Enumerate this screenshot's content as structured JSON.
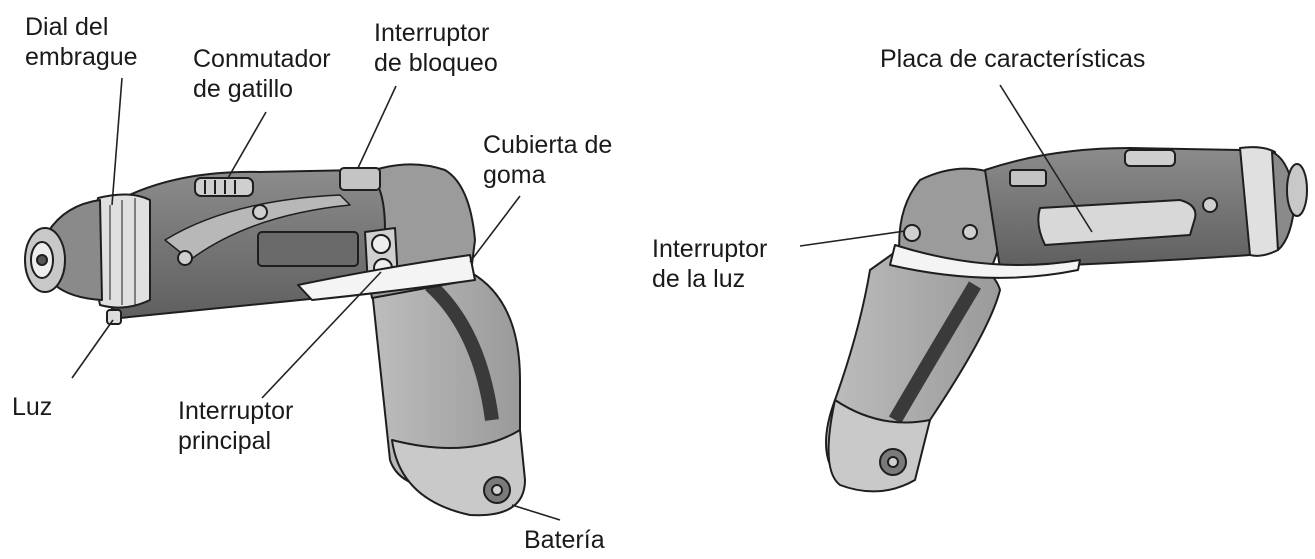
{
  "labels": {
    "clutch_dial": [
      "Dial del",
      "embrague"
    ],
    "trigger_switch": [
      "Conmutador",
      "de gatillo"
    ],
    "lock_switch": [
      "Interruptor",
      "de bloqueo"
    ],
    "rubber_cover": [
      "Cubierta de",
      "goma"
    ],
    "light": [
      "Luz"
    ],
    "main_switch": [
      "Interruptor",
      "principal"
    ],
    "battery": [
      "Batería"
    ],
    "nameplate": [
      "Placa de características"
    ],
    "light_switch": [
      "Interruptor",
      "de la luz"
    ]
  },
  "colors": {
    "body_dark": "#7d7d7d",
    "body_mid": "#a9a9a9",
    "body_light": "#d4d4d4",
    "outline": "#1e1e1e",
    "band": "#f4f4f4"
  }
}
